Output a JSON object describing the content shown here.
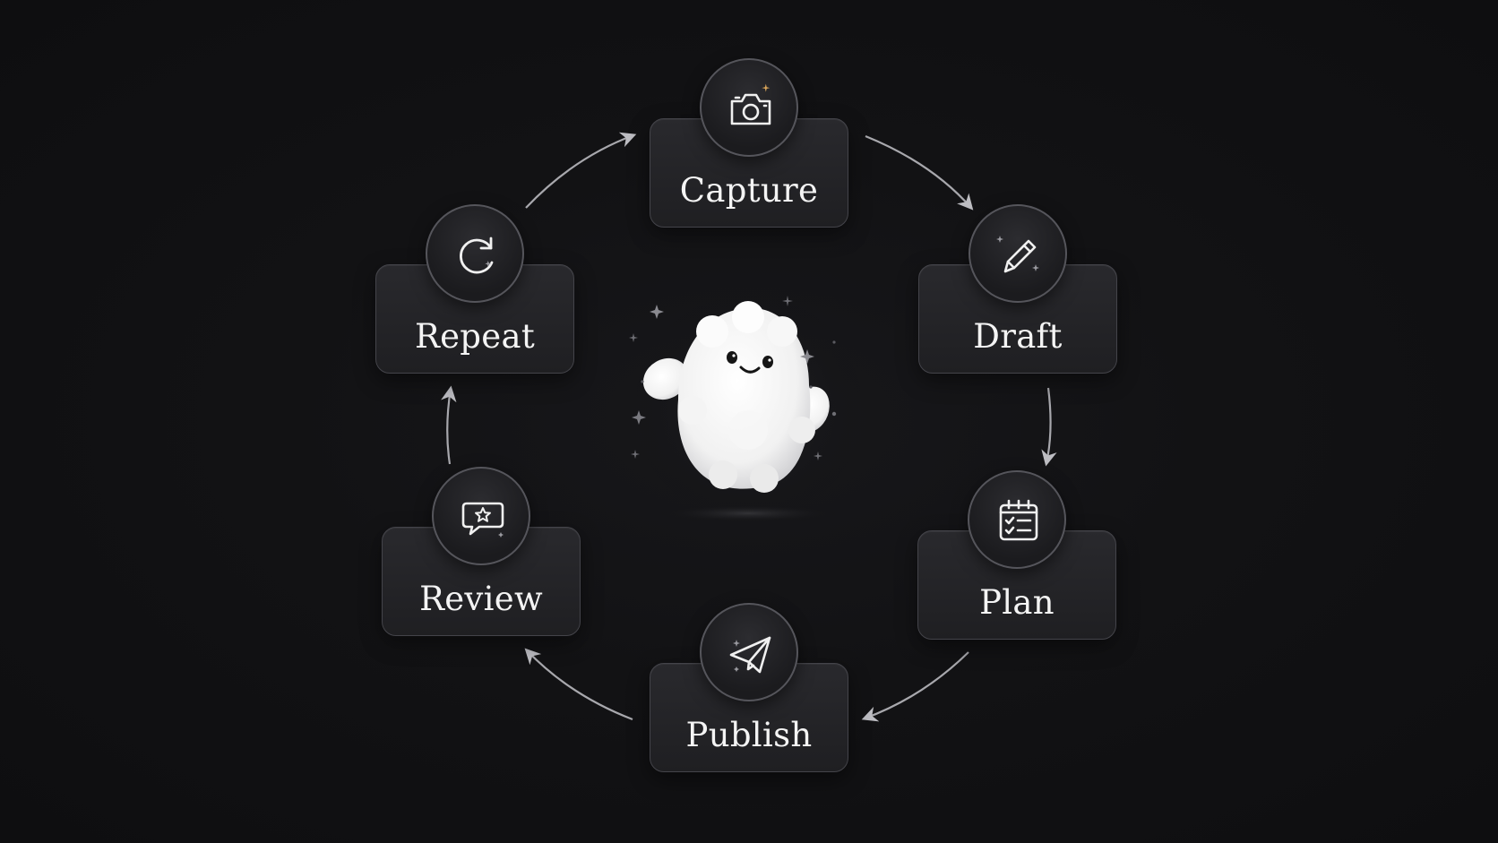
{
  "steps": [
    {
      "label": "Capture",
      "icon": "camera-icon"
    },
    {
      "label": "Draft",
      "icon": "pencil-icon"
    },
    {
      "label": "Plan",
      "icon": "calendar-checklist-icon"
    },
    {
      "label": "Publish",
      "icon": "paper-plane-icon"
    },
    {
      "label": "Review",
      "icon": "chat-star-icon"
    },
    {
      "label": "Repeat",
      "icon": "refresh-icon"
    }
  ],
  "center": {
    "icon": "fluffy-mascot-icon"
  },
  "colors": {
    "background": "#111113",
    "card": "#242427",
    "card_border": "#44444a",
    "text": "#f4f4f4",
    "icon": "#f0f0f0",
    "sparkle_accent": "#d9a55a"
  }
}
